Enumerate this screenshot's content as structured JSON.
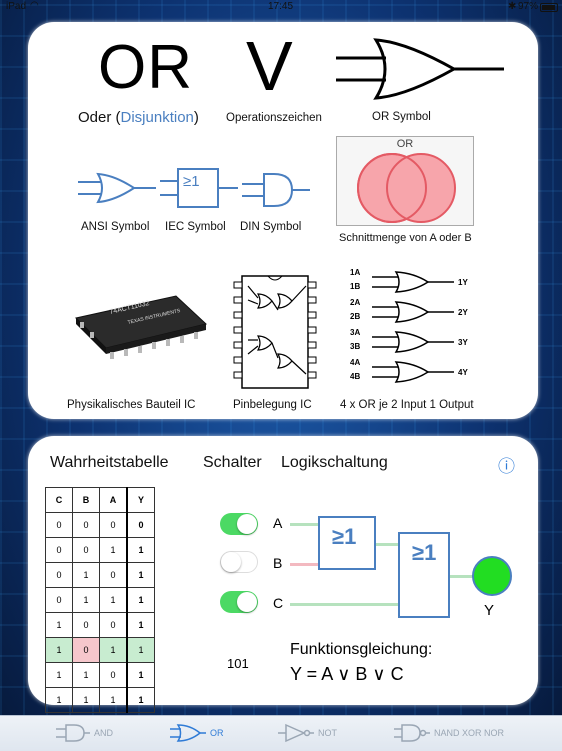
{
  "statusbar": {
    "carrier": "iPad",
    "time": "17:45",
    "battery": "97%"
  },
  "top": {
    "title_or": "OR",
    "title_v": "V",
    "oder_label": "Oder (",
    "oder_link": "Disjunktion",
    "oder_close": ")",
    "operator_caption": "Operationszeichen",
    "or_symbol_caption": "OR Symbol",
    "ansi_caption": "ANSI Symbol",
    "iec_caption": "IEC Symbol",
    "iec_text": "≥1",
    "din_caption": "DIN Symbol",
    "venn_title": "OR",
    "venn_caption": "Schnittmenge von A oder B",
    "chip_text": "74ACT11032",
    "chip_brand": "TEXAS INSTRUMENTS",
    "chip_caption": "Physikalisches Bauteil IC",
    "pinout_caption": "Pinbelegung IC",
    "quad_caption": "4 x OR je 2 Input 1 Output",
    "quad_inputs": [
      "1A",
      "1B",
      "2A",
      "2B",
      "3A",
      "3B",
      "4A",
      "4B"
    ],
    "quad_outputs": [
      "1Y",
      "2Y",
      "3Y",
      "4Y"
    ]
  },
  "bottom": {
    "tab_truth": "Wahrheitstabelle",
    "tab_switch": "Schalter",
    "tab_logic": "Logikschaltung",
    "info_icon": "ⓘ",
    "table_headers": [
      "C",
      "B",
      "A",
      "Y"
    ],
    "table_rows": [
      [
        "0",
        "0",
        "0",
        "0"
      ],
      [
        "0",
        "0",
        "1",
        "1"
      ],
      [
        "0",
        "1",
        "0",
        "1"
      ],
      [
        "0",
        "1",
        "1",
        "1"
      ],
      [
        "1",
        "0",
        "0",
        "1"
      ],
      [
        "1",
        "0",
        "1",
        "1"
      ],
      [
        "1",
        "1",
        "0",
        "1"
      ],
      [
        "1",
        "1",
        "1",
        "1"
      ]
    ],
    "highlight_row": 5,
    "switches": [
      {
        "label": "A",
        "on": true
      },
      {
        "label": "B",
        "on": false
      },
      {
        "label": "C",
        "on": true
      }
    ],
    "gate1_label": "≥1",
    "gate2_label": "≥1",
    "output_label": "Y",
    "output_color": "#22dd22",
    "binary_value": "101",
    "equation_title": "Funktionsgleichung:",
    "equation": "Y = A ∨ B ∨ C"
  },
  "tabbar": {
    "items": [
      {
        "label": "AND",
        "active": false
      },
      {
        "label": "OR",
        "active": true
      },
      {
        "label": "NOT",
        "active": false
      },
      {
        "label": "NAND XOR NOR",
        "active": false
      }
    ],
    "active_color": "#2f7bd6",
    "inactive_color": "#9aa6b4"
  }
}
